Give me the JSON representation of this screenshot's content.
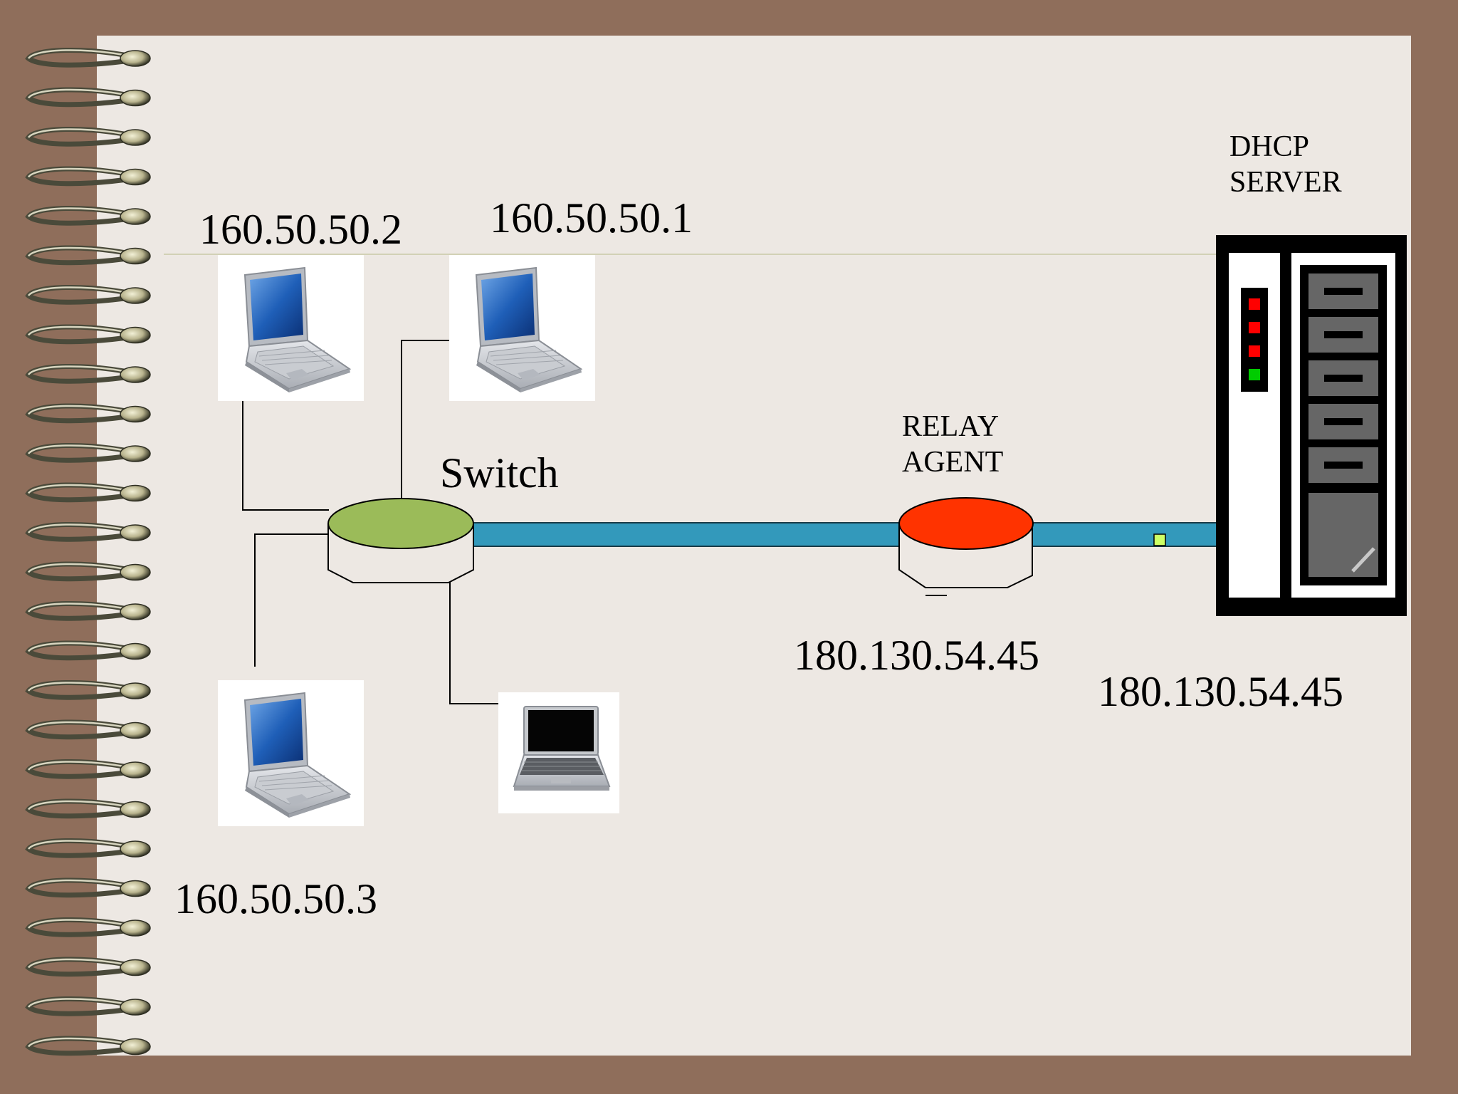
{
  "nodes": {
    "laptop_top_left": {
      "address": "160.50.50.2"
    },
    "laptop_top_middle": {
      "address": "160.50.50.1"
    },
    "laptop_bottom_left": {
      "address": "160.50.50.3"
    },
    "switch": {
      "label": "Switch"
    },
    "relay_agent": {
      "label_line1": "RELAY",
      "label_line2": "AGENT",
      "address": "180.130.54.45"
    },
    "dhcp_server": {
      "label_line1": "DHCP",
      "label_line2": "SERVER",
      "address": "180.130.54.45"
    }
  },
  "colors": {
    "background_border": "#8f6e5b",
    "page": "#ede8e3",
    "switch_top": "#9bbb59",
    "relay_top": "#ff3300",
    "link": "#3399bb",
    "server_body": "#000000",
    "led_red": "#ff0000",
    "led_green": "#00cc00"
  },
  "icons": [
    "spiral-binding-icon",
    "laptop-icon",
    "switch-icon",
    "relay-agent-icon",
    "server-icon"
  ]
}
